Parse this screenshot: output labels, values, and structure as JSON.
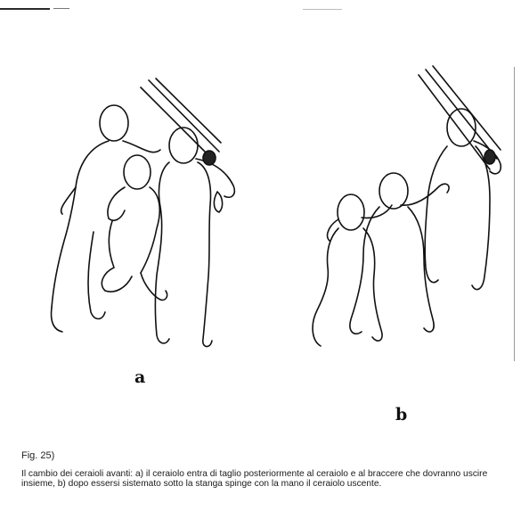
{
  "figure": {
    "panel_a_label": "a",
    "panel_b_label": "b"
  },
  "caption": {
    "figure_ref": "Fig. 25)",
    "text": "Il cambio dei ceraioli avanti: a) il ceraiolo entra di taglio posteriormente al ceraiolo e al braccere che dovranno uscire insieme, b) dopo essersi sistemato sotto la stanga spinge con la mano il ceraiolo uscente."
  }
}
